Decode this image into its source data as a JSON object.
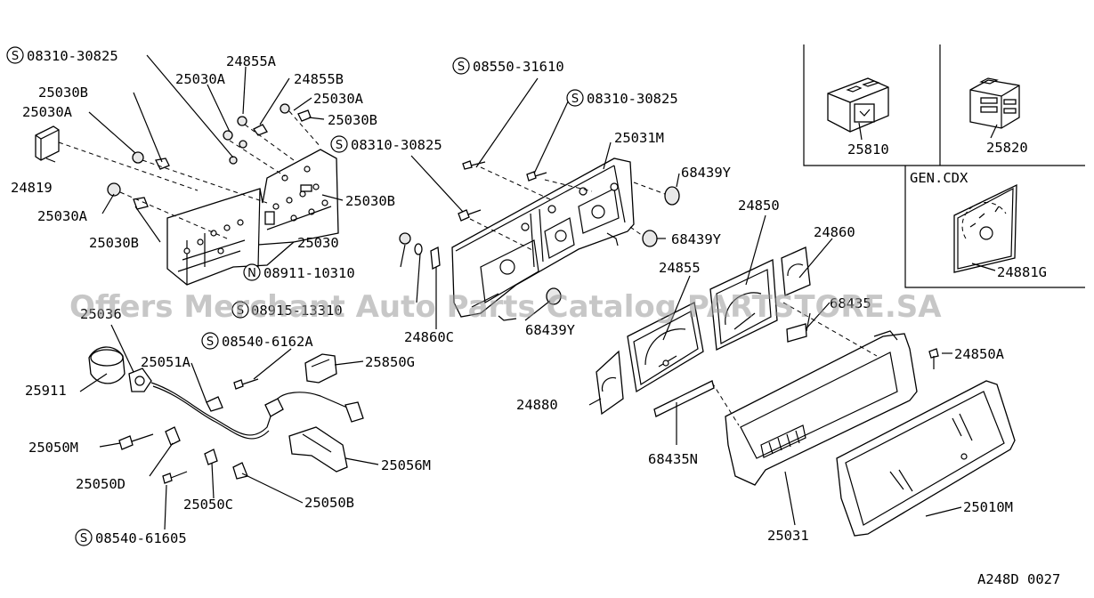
{
  "diagram": {
    "code": "A248D 0027",
    "watermark": "Offers Merchant Auto Parts Catalog PARTSTORE.SA",
    "inset_title": "GEN.CDX",
    "prefixes": {
      "screw": "S",
      "nut": "N"
    },
    "labels": {
      "p08310_30825_a": "08310-30825",
      "p24855A": "24855A",
      "p24855B": "24855B",
      "p25030A_a": "25030A",
      "p25030A_b": "25030A",
      "p25030A_c": "25030A",
      "p25030A_d": "25030A",
      "p25030B_a": "25030B",
      "p25030B_b": "25030B",
      "p25030B_c": "25030B",
      "p25030B_d": "25030B",
      "p24819": "24819",
      "p25030": "25030",
      "p08911_10310": "08911-10310",
      "p08550_31610": "08550-31610",
      "p08310_30825_b": "08310-30825",
      "p08310_30825_c": "08310-30825",
      "p25031M": "25031M",
      "p68439Y_a": "68439Y",
      "p68439Y_b": "68439Y",
      "p68439Y_c": "68439Y",
      "p24850": "24850",
      "p24860": "24860",
      "p24855": "24855",
      "p24860C": "24860C",
      "p25036": "25036",
      "p08915_13310": "08915-13310",
      "p25911": "25911",
      "p25051A": "25051A",
      "p08540_6162A": "08540-6162A",
      "p25850G": "25850G",
      "p25050M": "25050M",
      "p25050D": "25050D",
      "p25056M": "25056M",
      "p25050C": "25050C",
      "p25050B": "25050B",
      "p08540_61605": "08540-61605",
      "p24880": "24880",
      "p68435N": "68435N",
      "p24850A": "24850A",
      "p25031": "25031",
      "p25010M": "25010M",
      "p25810": "25810",
      "p25820": "25820",
      "p24881G": "24881G",
      "p68435": "68435"
    }
  }
}
